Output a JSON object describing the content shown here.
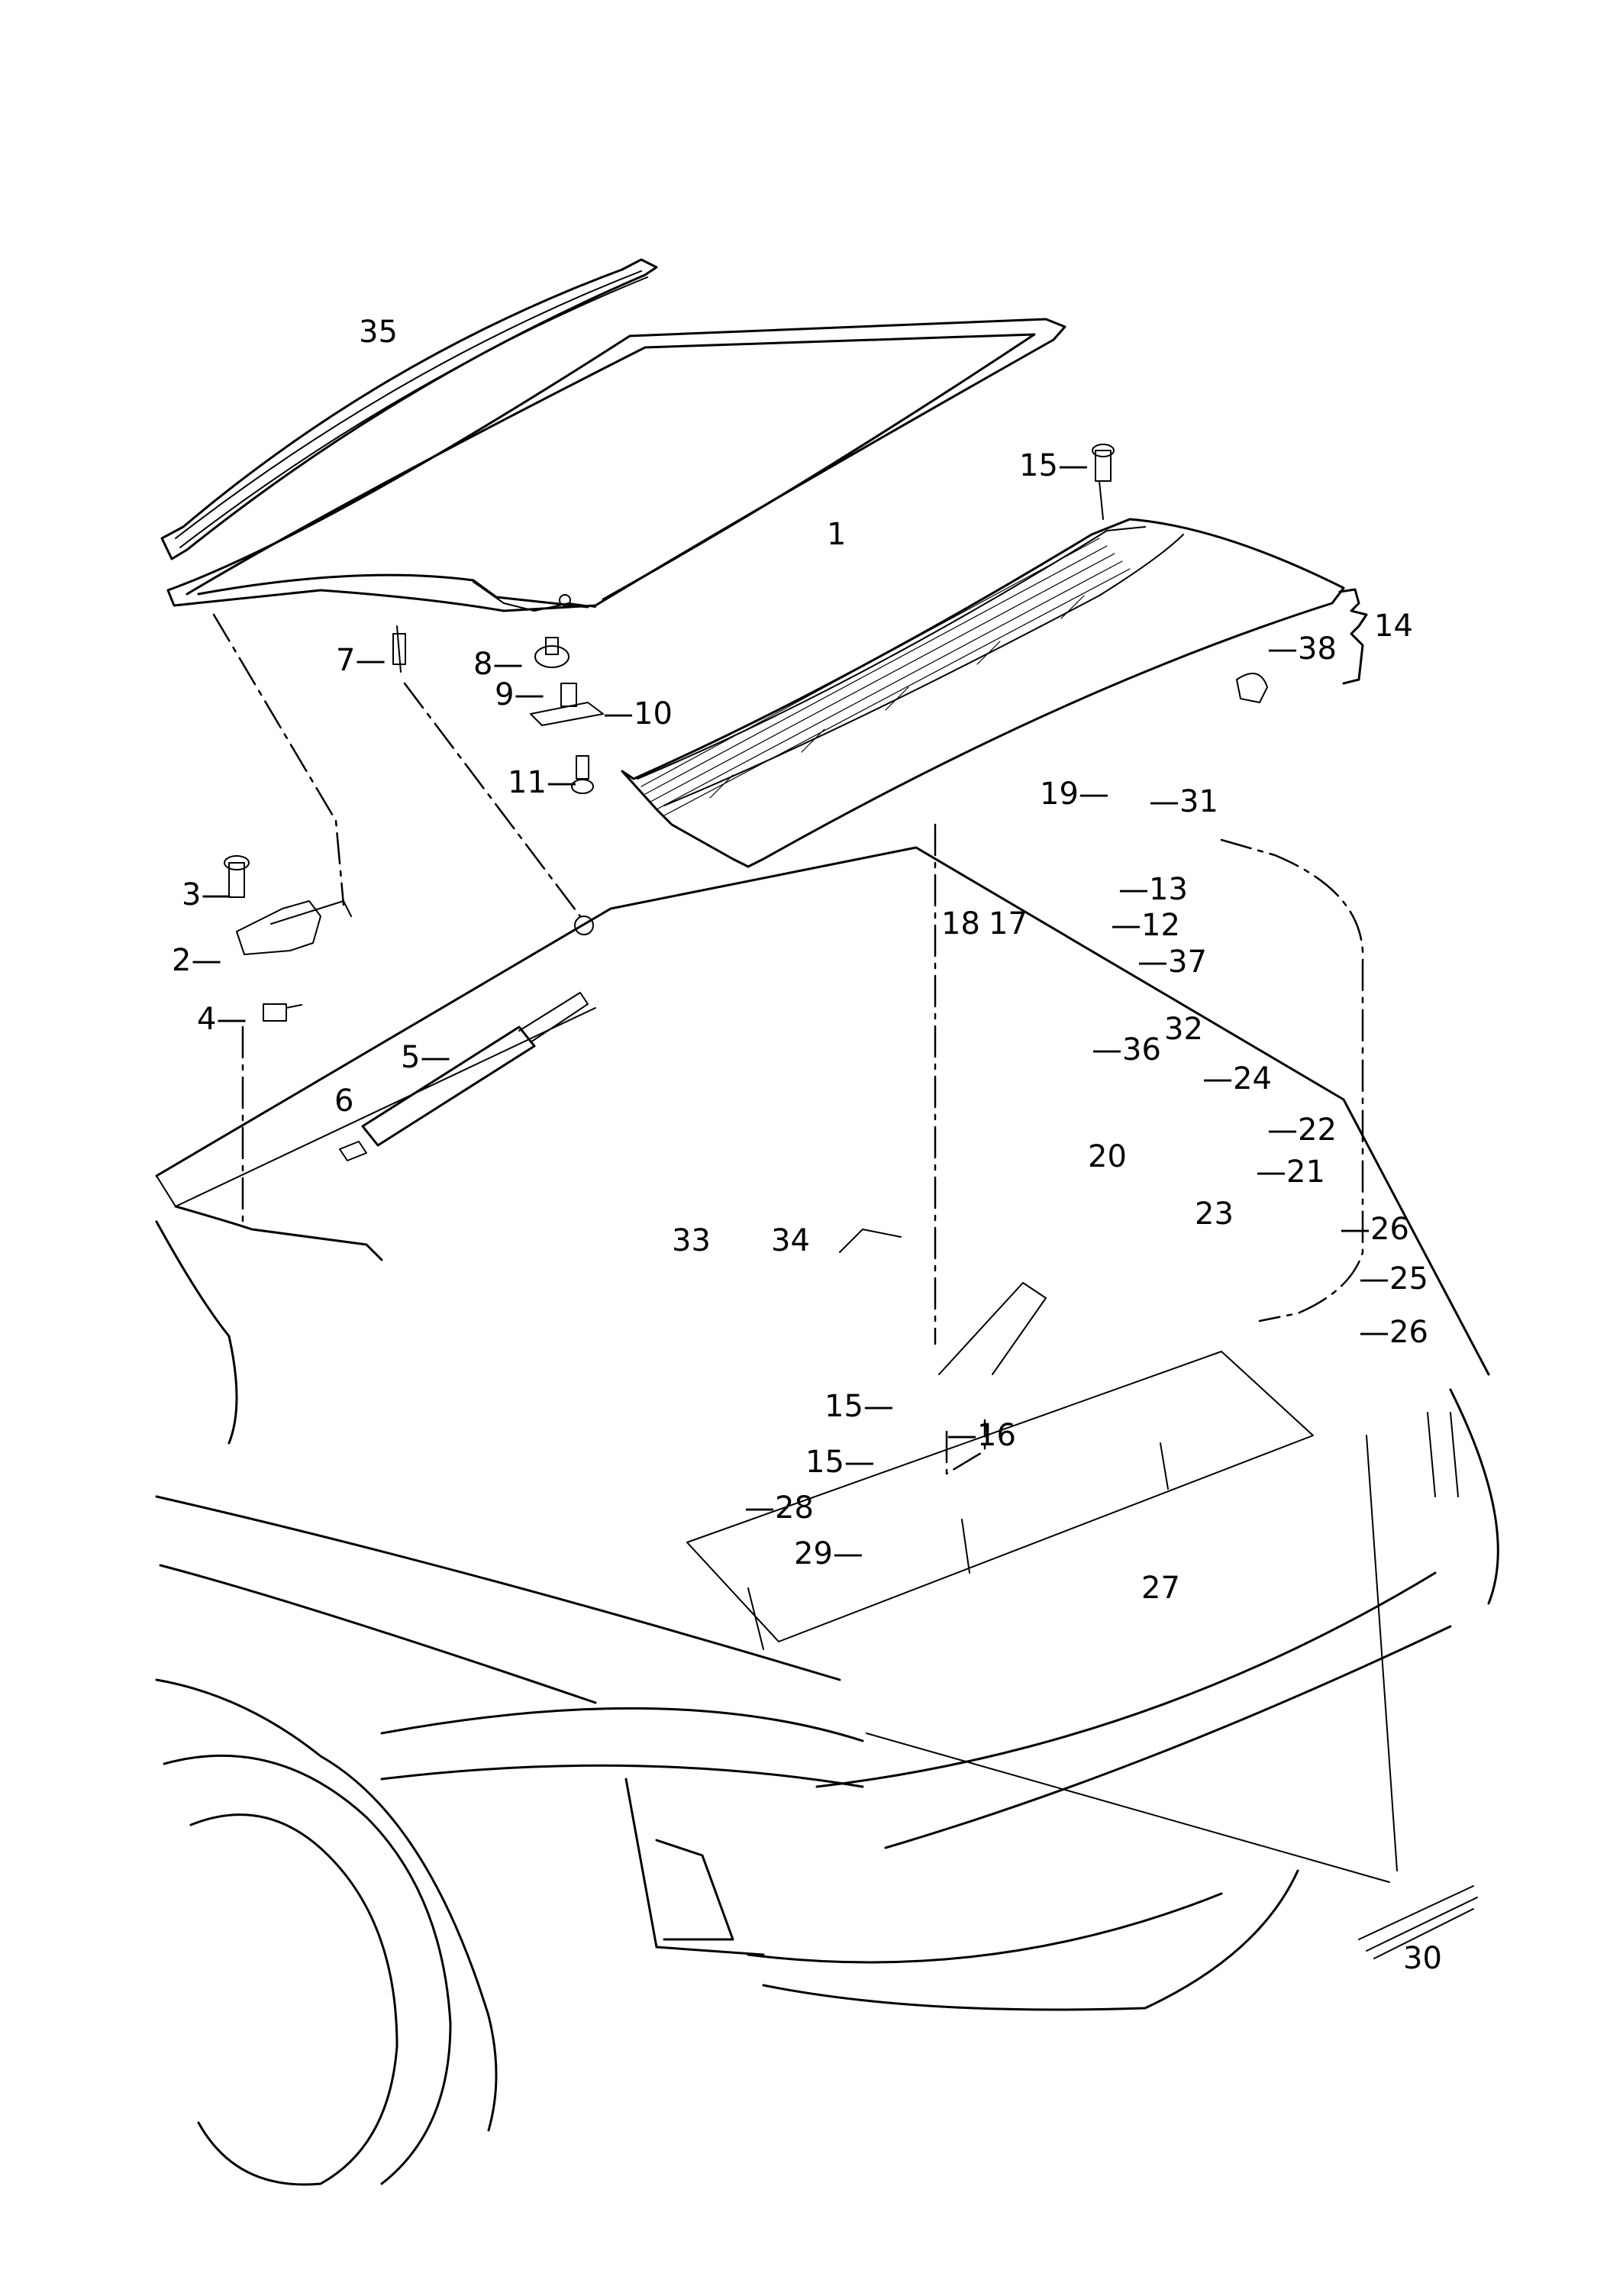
{
  "diagram": {
    "title": "Hood / bonnet assembly exploded parts diagram",
    "callouts": [
      {
        "id": "c35",
        "label": "35",
        "part": "hood-seal-strip"
      },
      {
        "id": "c1",
        "label": "1",
        "part": "hood"
      },
      {
        "id": "c15a",
        "label": "15",
        "part": "screw"
      },
      {
        "id": "c14",
        "label": "14",
        "part": "grille-panel-assembly"
      },
      {
        "id": "c38",
        "label": "38",
        "part": "clip"
      },
      {
        "id": "c7",
        "label": "7",
        "part": "ball-stud"
      },
      {
        "id": "c8",
        "label": "8",
        "part": "washer"
      },
      {
        "id": "c9",
        "label": "9",
        "part": "striker-pin"
      },
      {
        "id": "c10",
        "label": "10",
        "part": "striker-plate"
      },
      {
        "id": "c11",
        "label": "11",
        "part": "bolt"
      },
      {
        "id": "c19",
        "label": "19",
        "part": "bolt"
      },
      {
        "id": "c31",
        "label": "31",
        "part": "cable-tie"
      },
      {
        "id": "c3",
        "label": "3",
        "part": "bolt"
      },
      {
        "id": "c2",
        "label": "2",
        "part": "hinge"
      },
      {
        "id": "c4",
        "label": "4",
        "part": "bolt"
      },
      {
        "id": "c18",
        "label": "18",
        "part": "cable-tie"
      },
      {
        "id": "c17",
        "label": "17",
        "part": "microswitch"
      },
      {
        "id": "c13",
        "label": "13",
        "part": "grommet"
      },
      {
        "id": "c12",
        "label": "12",
        "part": "buffer"
      },
      {
        "id": "c37",
        "label": "37",
        "part": "bolt"
      },
      {
        "id": "c32",
        "label": "32",
        "part": "lock-assembly"
      },
      {
        "id": "c36",
        "label": "36",
        "part": "clip-nut"
      },
      {
        "id": "c5",
        "label": "5",
        "part": "gas-strut"
      },
      {
        "id": "c24",
        "label": "24",
        "part": "screw"
      },
      {
        "id": "c6",
        "label": "6",
        "part": "ball-stud"
      },
      {
        "id": "c22",
        "label": "22",
        "part": "nut"
      },
      {
        "id": "c20",
        "label": "20",
        "part": "bolt"
      },
      {
        "id": "c21",
        "label": "21",
        "part": "bracket"
      },
      {
        "id": "c23",
        "label": "23",
        "part": "actuator"
      },
      {
        "id": "c33",
        "label": "33",
        "part": "release-cable"
      },
      {
        "id": "c34",
        "label": "34",
        "part": "clip"
      },
      {
        "id": "c26a",
        "label": "26",
        "part": "bolt"
      },
      {
        "id": "c25",
        "label": "25",
        "part": "lock-bracket"
      },
      {
        "id": "c26b",
        "label": "26",
        "part": "bolt"
      },
      {
        "id": "c15b",
        "label": "15",
        "part": "screw"
      },
      {
        "id": "c16",
        "label": "16",
        "part": "holder"
      },
      {
        "id": "c15c",
        "label": "15",
        "part": "screw"
      },
      {
        "id": "c28",
        "label": "28",
        "part": "clip"
      },
      {
        "id": "c29",
        "label": "29",
        "part": "cable-guide"
      },
      {
        "id": "c27",
        "label": "27",
        "part": "bowden-cable"
      },
      {
        "id": "c30",
        "label": "30",
        "part": "cable-ties"
      }
    ]
  }
}
